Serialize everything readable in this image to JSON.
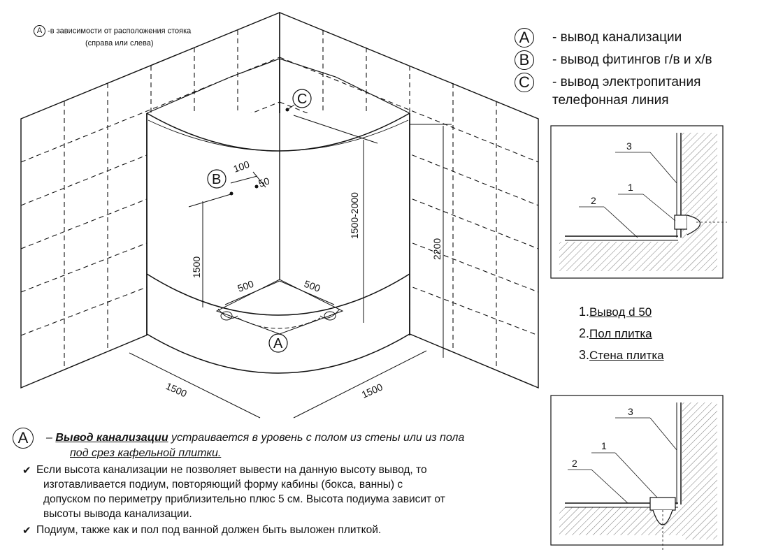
{
  "note": {
    "letter": "A",
    "line1": "-в зависимости от расположения стояка",
    "line2": "(справа или слева)"
  },
  "legend": [
    {
      "letter": "A",
      "text": "- вывод канализации"
    },
    {
      "letter": "B",
      "text": "- вывод фитингов г/в и х/в"
    },
    {
      "letter": "C",
      "text": "- вывод электропитания",
      "text2": "телефонная линия"
    }
  ],
  "diagram": {
    "labels": {
      "a": "A",
      "b": "B",
      "c": "C"
    },
    "dimensions": {
      "d100": "100",
      "d50": "50",
      "h1500": "1500",
      "h1500_2000": "1500-2000",
      "h2200": "2200",
      "d500_left": "500",
      "d500_right": "500",
      "w1500_left": "1500",
      "w1500_right": "1500"
    }
  },
  "details": {
    "top": {
      "n1": "1",
      "n2": "2",
      "n3": "3"
    },
    "bottom": {
      "n1": "1",
      "n2": "2",
      "n3": "3"
    }
  },
  "parts": [
    {
      "num": "1.",
      "label": "Вывод d 50"
    },
    {
      "num": "2.",
      "label": "Пол плитка"
    },
    {
      "num": "3.",
      "label": "Стена плитка"
    }
  ],
  "bottom_note": {
    "letter": "A",
    "dash": "–",
    "bold": "Вывод канализации",
    "rest": " устраивается в уровень с полом из стены или из пола",
    "line2": "под срез кафельной плитки.",
    "check": "✔",
    "p1": [
      "Если высота канализации не позволяет вывести на данную высоту вывод, то",
      "изготавливается подиум, повторяющий форму кабины (бокса, ванны) с",
      "допуском по периметру приблизительно плюс 5 см. Высота подиума зависит от",
      "высоты вывода канализации."
    ],
    "p2": "Подиум, также как и пол под ванной должен быть выложен плиткой."
  }
}
